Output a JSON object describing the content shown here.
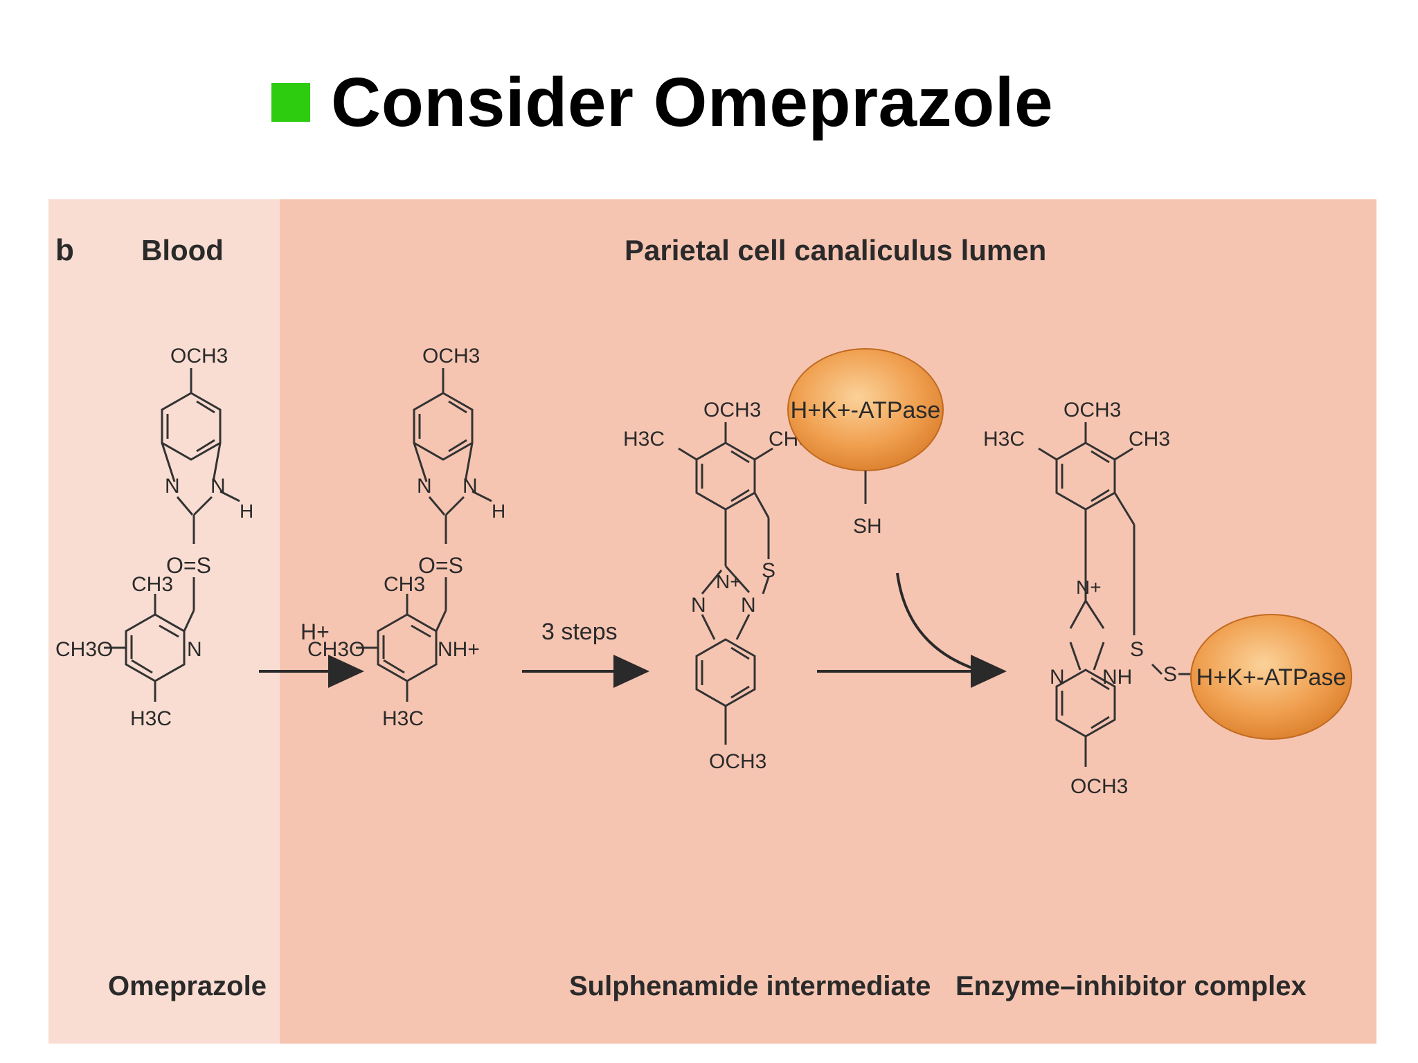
{
  "slide": {
    "title": "Consider Omeprazole",
    "bullet_color": "#2ecc0f"
  },
  "figure": {
    "panel_letter": "b",
    "region_blood": "Blood",
    "region_lumen": "Parietal cell canaliculus lumen",
    "colors": {
      "blood_background": "#f9ddd2",
      "lumen_background": "#f6c5b2",
      "enzyme_fill": "#f0a050"
    },
    "step1": {
      "reagent": "H+"
    },
    "step2": {
      "reagent": "3 steps"
    },
    "enzyme_label": "H+K+-ATPase",
    "thiol_label": "SH",
    "structures": {
      "omeprazole": {
        "caption": "Omeprazole"
      },
      "protonated": {
        "caption": ""
      },
      "sulphenamide": {
        "caption": "Sulphenamide intermediate"
      },
      "complex": {
        "caption": "Enzyme–inhibitor complex"
      }
    },
    "atoms": {
      "och3": "OCH3",
      "ch3": "CH3",
      "h3c": "H3C",
      "ch3o": "CH3O",
      "n": "N",
      "h": "H",
      "s": "S",
      "o_eq_s": "O=S",
      "nh_plus": "NH+",
      "nh": "NH",
      "n_plus": "N+"
    }
  }
}
